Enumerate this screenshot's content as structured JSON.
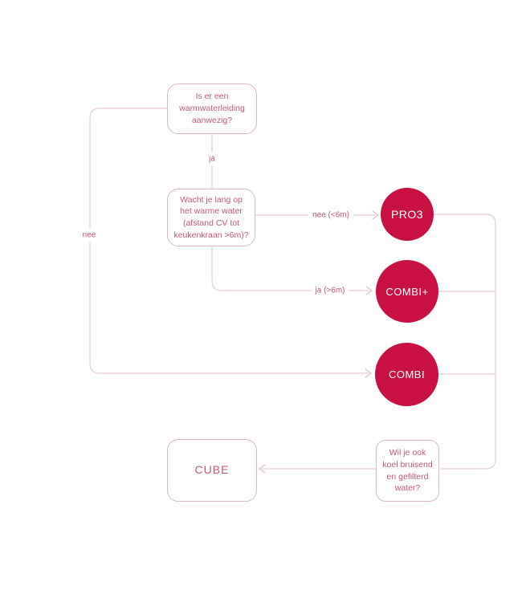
{
  "diagram": {
    "kind": "decision-flowchart",
    "language": "nl",
    "nodes": {
      "q_warmwater": {
        "label": "Is er een\nwarmwaterleiding\naanwezig?"
      },
      "q_wachttijd": {
        "label": "Wacht je lang op\nhet warme water\n(afstand CV tot\nkeukenkraan >6m)?"
      },
      "q_koelwater": {
        "label": "Wil je ook\nkoel bruisend\nen gefilterd\nwater?"
      },
      "pro3": {
        "label": "PRO3"
      },
      "combiplus": {
        "label": "COMBI+"
      },
      "combi": {
        "label": "COMBI"
      },
      "cube": {
        "label": "CUBE"
      }
    },
    "edge_labels": {
      "ja": "ja",
      "nee": "nee",
      "nee_6m": "nee (<6m)",
      "ja_6m": "ja (>6m)"
    },
    "colors": {
      "circle_red": "#c81142",
      "connector_pink": "#e7cad2",
      "box_border_pink": "#ddb6c1",
      "text_pink": "#c05a70",
      "background": "#ffffff"
    }
  }
}
